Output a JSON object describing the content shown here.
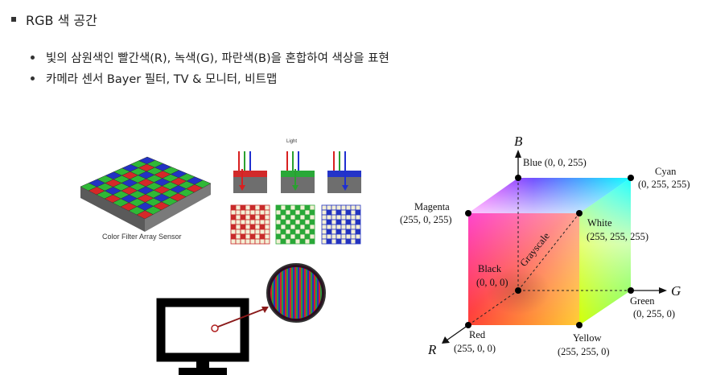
{
  "slide": {
    "heading": "RGB 색 공간",
    "bullets": [
      "빛의 삼원색인 빨간색(R), 녹색(G), 파란색(B)을 혼합하여 색상을 표현",
      "카메라 센서 Bayer 필터, TV & 모니터, 비트맵"
    ]
  },
  "figures": {
    "cfa_caption": "Color Filter Array Sensor",
    "light_label": "Light"
  },
  "cube": {
    "axes": {
      "r": "R",
      "g": "G",
      "b": "B"
    },
    "corners": {
      "blue": {
        "name": "Blue",
        "value": "(0, 0, 255)"
      },
      "cyan": {
        "name": "Cyan",
        "value": "(0, 255, 255)"
      },
      "magenta": {
        "name": "Magenta",
        "value": "(255, 0, 255)"
      },
      "white": {
        "name": "White",
        "value": "(255, 255, 255)"
      },
      "black": {
        "name": "Black",
        "value": "(0, 0, 0)"
      },
      "green": {
        "name": "Green",
        "value": "(0, 255, 0)"
      },
      "red": {
        "name": "Red",
        "value": "(255, 0, 0)"
      },
      "yellow": {
        "name": "Yellow",
        "value": "(255, 255, 0)"
      }
    },
    "diagonal_label": "Grayscale"
  }
}
